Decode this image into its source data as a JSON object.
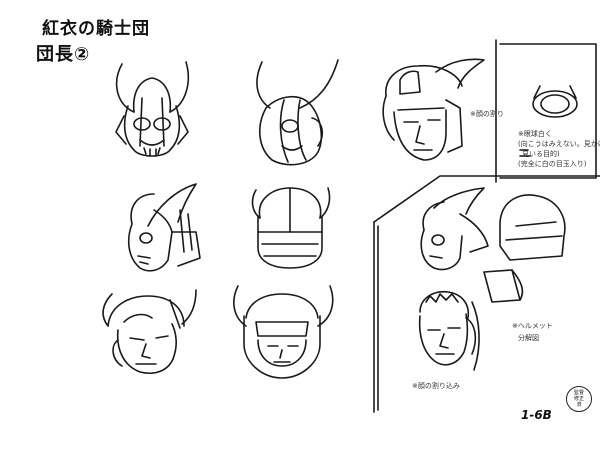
{
  "sheet": {
    "title": "紅衣の騎士団",
    "subtitle": "団長②",
    "sheet_id": "1-6B",
    "stamp_lines": [
      "監督",
      "修正",
      "済"
    ]
  },
  "notes": {
    "face_mask": "※顔の割り",
    "eye_note_line1": "※眼球白く",
    "eye_note_line2": "(向こうはみえない。見かけは",
    "eye_note_line3": "見いる目的)",
    "eye_note_line4": "(完全に白の目玉入り)",
    "helmet_note_line1": "※ヘルメット",
    "helmet_note_line2": "分解図",
    "face_bottom": "※顔の割り込み"
  }
}
